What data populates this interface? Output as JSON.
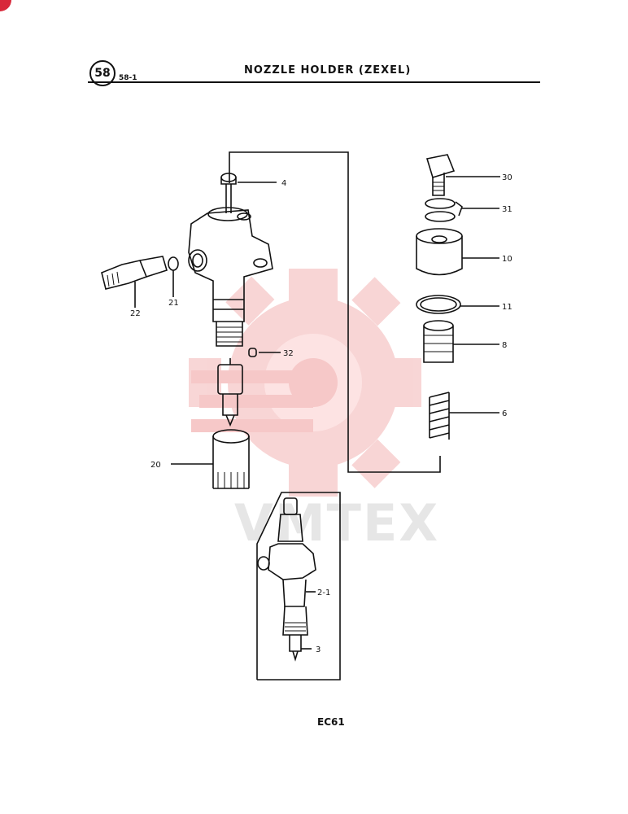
{
  "header": {
    "page_number": "58",
    "sub_code": "58-1",
    "title": "NOZZLE HOLDER (ZEXEL)"
  },
  "watermark": {
    "text": "VMTEX",
    "color": "#f2b7b7"
  },
  "parts": {
    "p4": "4",
    "p22": "22",
    "p21": "21",
    "p32": "32",
    "p20": "20",
    "p30": "30",
    "p31": "31",
    "p10": "10",
    "p11": "11",
    "p8": "8",
    "p6": "6",
    "p2_1": "2-1",
    "p3": "3"
  },
  "footer": {
    "code": "EC61"
  }
}
